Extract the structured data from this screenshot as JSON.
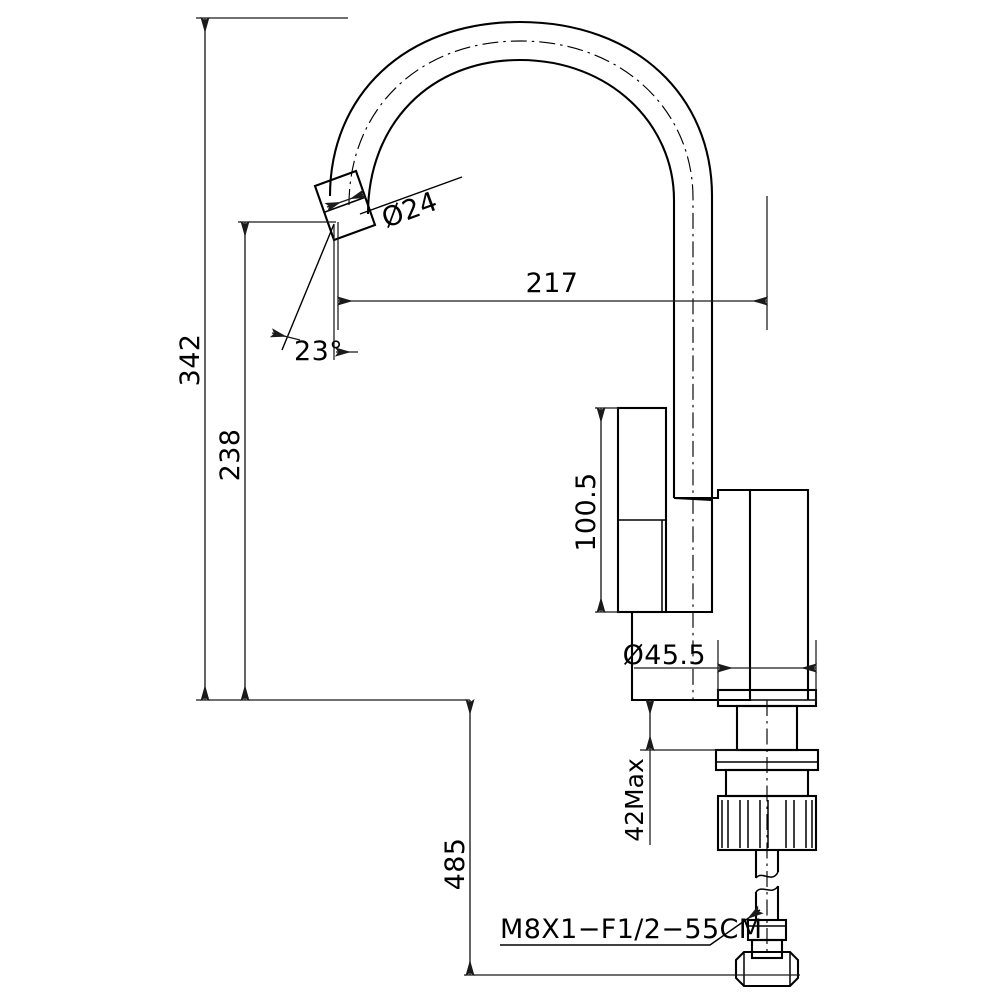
{
  "drawing": {
    "type": "engineering-dimension-drawing",
    "subject": "Gooseneck kitchen mixer tap / faucet",
    "units": "mm",
    "background_color": "#ffffff",
    "line_color": "#000000"
  },
  "dimensions": {
    "overall_height": "342",
    "spout_height": "238",
    "spout_reach": "217",
    "spout_outlet_diameter": "Ø24",
    "spout_outlet_angle": "23°",
    "handle_lever_height": "100.5",
    "body_diameter": "Ø45.5",
    "max_deck_thickness": "42Max",
    "total_with_hose": "485"
  },
  "annotations": {
    "hose_spec": "M8X1−F1/2−55CM"
  },
  "labels": [
    {
      "id": "overall-height",
      "text": "342",
      "orientation": "vertical"
    },
    {
      "id": "spout-height",
      "text": "238",
      "orientation": "vertical"
    },
    {
      "id": "spout-reach",
      "text": "217",
      "orientation": "horizontal"
    },
    {
      "id": "outlet-diameter",
      "text": "Ø24",
      "orientation": "rotated"
    },
    {
      "id": "outlet-angle",
      "text": "23°",
      "orientation": "horizontal"
    },
    {
      "id": "lever-height",
      "text": "100.5",
      "orientation": "vertical"
    },
    {
      "id": "body-diameter",
      "text": "Ø45.5",
      "orientation": "horizontal"
    },
    {
      "id": "deck-thickness",
      "text": "42Max",
      "orientation": "vertical"
    },
    {
      "id": "total-height",
      "text": "485",
      "orientation": "vertical"
    },
    {
      "id": "hose-callout",
      "text": "M8X1−F1/2−55CM",
      "orientation": "horizontal"
    }
  ]
}
